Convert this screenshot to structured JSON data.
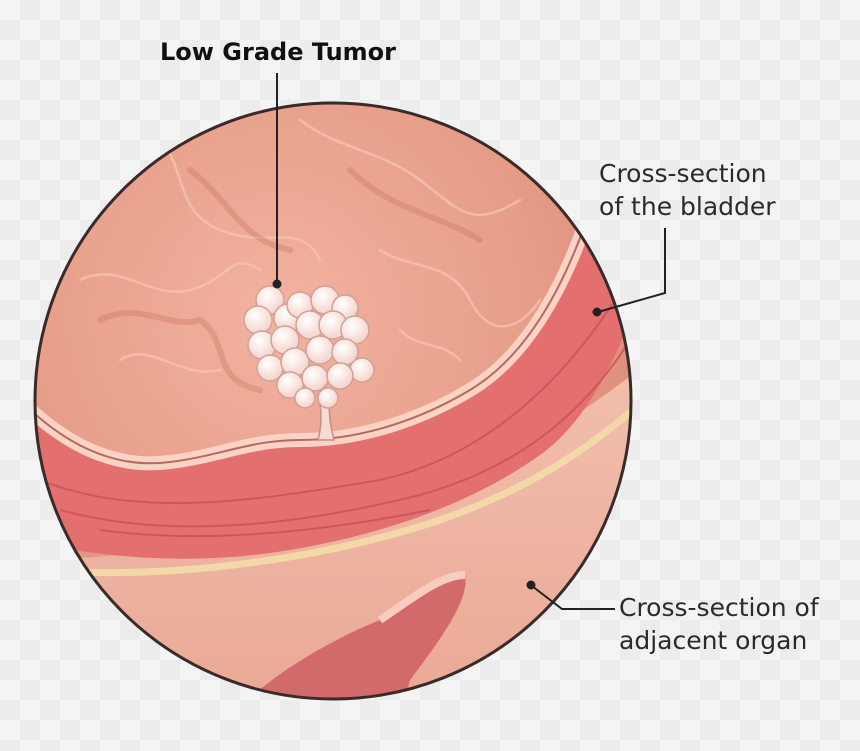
{
  "labels": {
    "tumor": "Low Grade Tumor",
    "bladder_line1": "Cross-section",
    "bladder_line2": "of the bladder",
    "organ_line1": "Cross-section of",
    "organ_line2": "adjacent organ"
  },
  "colors": {
    "bladder_lumen": "#e7a08c",
    "bladder_wall": "#e46f6f",
    "mucosa_edge": "#fbd2c6",
    "adjacent_organ": "#efb6a3",
    "tumor": "#f7dcd6",
    "outline": "#3a2a2a"
  }
}
